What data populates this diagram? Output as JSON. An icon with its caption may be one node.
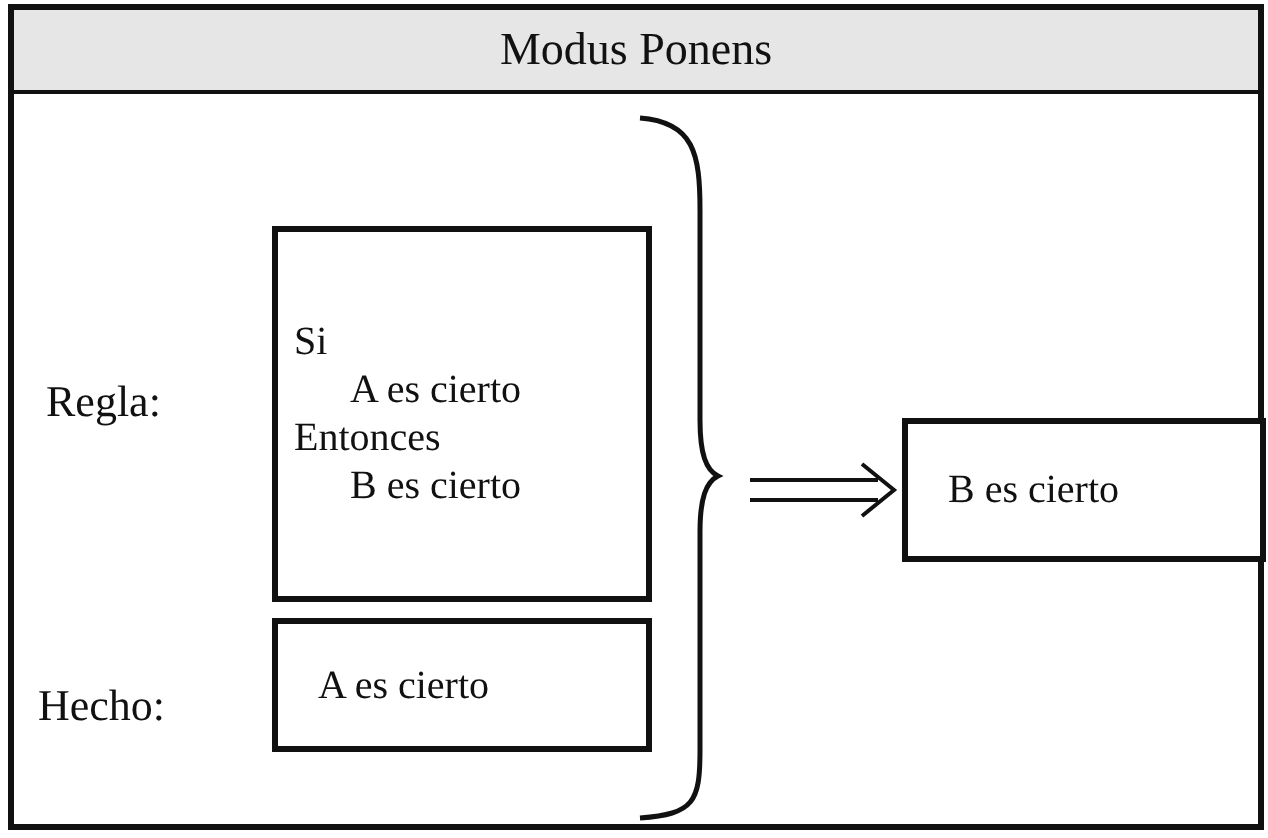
{
  "diagram": {
    "title": "Modus Ponens",
    "nodes": [
      {
        "text": [
          "Si",
          "A es cierto",
          "Entonces",
          "B es cierto"
        ],
        "beside": [
          "Regla:"
        ]
      },
      {
        "text": [
          "A es cierto"
        ],
        "beside": [
          "Hecho:"
        ]
      },
      {
        "text": [
          "B es cierto"
        ]
      }
    ],
    "edges": [
      {
        "from": null,
        "to": 2,
        "arrow": "to"
      }
    ]
  }
}
